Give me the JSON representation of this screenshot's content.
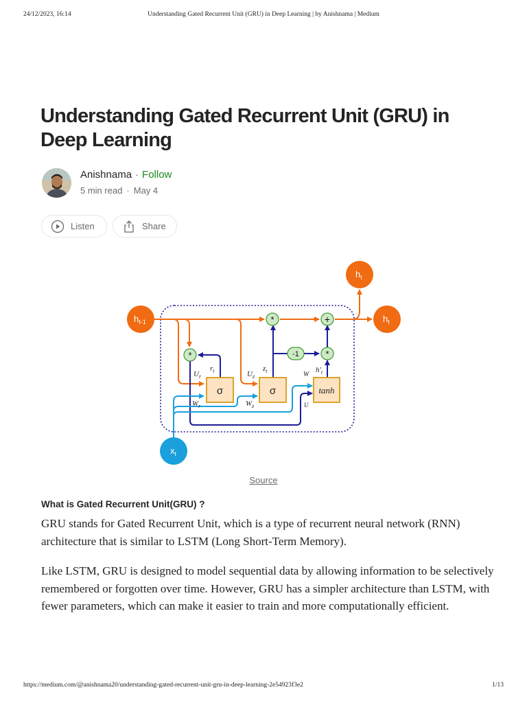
{
  "print_header": {
    "date": "24/12/2023, 16:14",
    "title": "Understanding Gated Recurrent Unit (GRU) in Deep Learning | by Anishnama | Medium"
  },
  "article": {
    "title": "Understanding Gated Recurrent Unit (GRU) in Deep Learning",
    "author": "Anishnama",
    "follow": "Follow",
    "read_time": "5 min read",
    "date": "May 4",
    "actions": {
      "listen": "Listen",
      "share": "Share"
    },
    "figure_caption": "Source",
    "subheading": "What is Gated Recurrent Unit(GRU) ?",
    "paragraphs": [
      "GRU stands for Gated Recurrent Unit, which is a type of recurrent neural network (RNN) architecture that is similar to LSTM (Long Short-Term Memory).",
      "Like LSTM, GRU is designed to model sequential data by allowing information to be selectively remembered or forgotten over time. However, GRU has a simpler architecture than LSTM, with fewer parameters, which can make it easier to train and more computationally efficient."
    ]
  },
  "diagram": {
    "nodes": {
      "h_prev": "h",
      "h_prev_sub": "t-1",
      "h_out": "h",
      "h_out_sub": "t",
      "x_in": "x",
      "x_in_sub": "t"
    },
    "ops": {
      "mult": "*",
      "plus": "+",
      "neg_one": "-1"
    },
    "boxes": {
      "reset_gate": "σ",
      "update_gate": "σ",
      "candidate": "tanh"
    },
    "labels": {
      "U_r": "U",
      "U_r_sub": "r",
      "r_t": "r",
      "r_t_sub": "t",
      "U_z": "U",
      "U_z_sub": "z",
      "z_t": "z",
      "z_t_sub": "t",
      "W": "W",
      "h_cand": "h'",
      "h_cand_sub": "t",
      "W_r": "W",
      "W_r_sub": "r",
      "W_z": "W",
      "W_z_sub": "z",
      "U": "U"
    },
    "colors": {
      "orange": "#f06b12",
      "blue": "#1aa0dc",
      "navy": "#1c1c96",
      "gate_fill": "#fde3c2",
      "gate_border": "#d99a1a",
      "op_fill": "#cdeac5",
      "op_border": "#4a9a3c"
    }
  },
  "print_footer": {
    "url": "https://medium.com/@anishnama20/understanding-gated-recurrent-unit-gru-in-deep-learning-2e54923f3e2",
    "page": "1/13"
  }
}
